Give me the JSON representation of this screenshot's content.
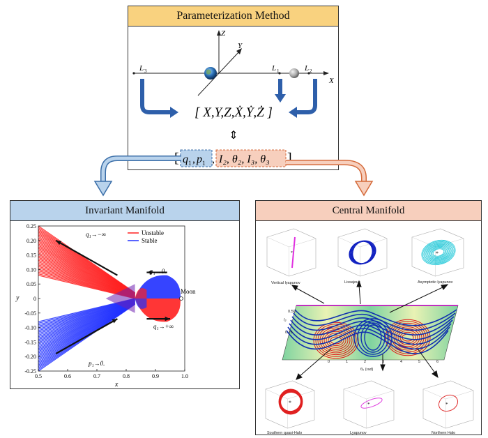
{
  "top": {
    "title": "Parameterization Method",
    "axis_z": "Z",
    "axis_y": "Y",
    "axis_x": "X",
    "l1": "L",
    "l1_sub": "1",
    "l2": "L",
    "l2_sub": "2",
    "l3": "L",
    "l3_sub": "3",
    "state_vector": "[ X,Y,Z,Ẋ,Ẏ,Ż ]",
    "equiv": "⇕",
    "coords_q1": "q",
    "coords_q1_sub": "1",
    "coords_p1": "p",
    "coords_p1_sub": "1",
    "coords_rest": "I₂, θ₂, I₃, θ₃"
  },
  "invariant": {
    "title": "Invariant Manifold",
    "legend_unstable": "Unstable",
    "legend_stable": "Stable",
    "label_moon": "Moon",
    "ann_q_top": "q₁→−∞",
    "ann_p_right": "p₁→0.",
    "ann_q_bottom": "q₁→+∞",
    "ann_p_bottom": "p₁→0.",
    "colors": {
      "unstable": "#ff2020",
      "stable": "#2030ff"
    }
  },
  "central": {
    "title": "Central Manifold",
    "orbit_vertical": "Vertical lyapunov",
    "orbit_lissajous": "Lissajous",
    "orbit_asym": "Asymptotic lyapunov",
    "orbit_south": "Southern quasi-Halo",
    "orbit_lyap": "Lyapunov",
    "orbit_north": "Northern Halo",
    "axis_theta": "θ₂ (rad)",
    "axis_i": "I₂"
  },
  "chart_data": {
    "type": "scatter",
    "title": "",
    "xlabel": "x",
    "ylabel": "y",
    "xlim": [
      0.5,
      1.0
    ],
    "ylim": [
      -0.25,
      0.25
    ],
    "x_ticks": [
      "0.5",
      "0.6",
      "0.7",
      "0.8",
      "0.9",
      "1.0"
    ],
    "y_ticks": [
      "0.25",
      "0.20",
      "0.15",
      "0.10",
      "0.05",
      "0",
      "-0.05",
      "-0.10",
      "-0.15",
      "-0.20",
      "-0.25"
    ],
    "legend": "top-right",
    "series": [
      {
        "name": "Unstable",
        "color": "#ff2020"
      },
      {
        "name": "Stable",
        "color": "#2030ff"
      }
    ]
  }
}
